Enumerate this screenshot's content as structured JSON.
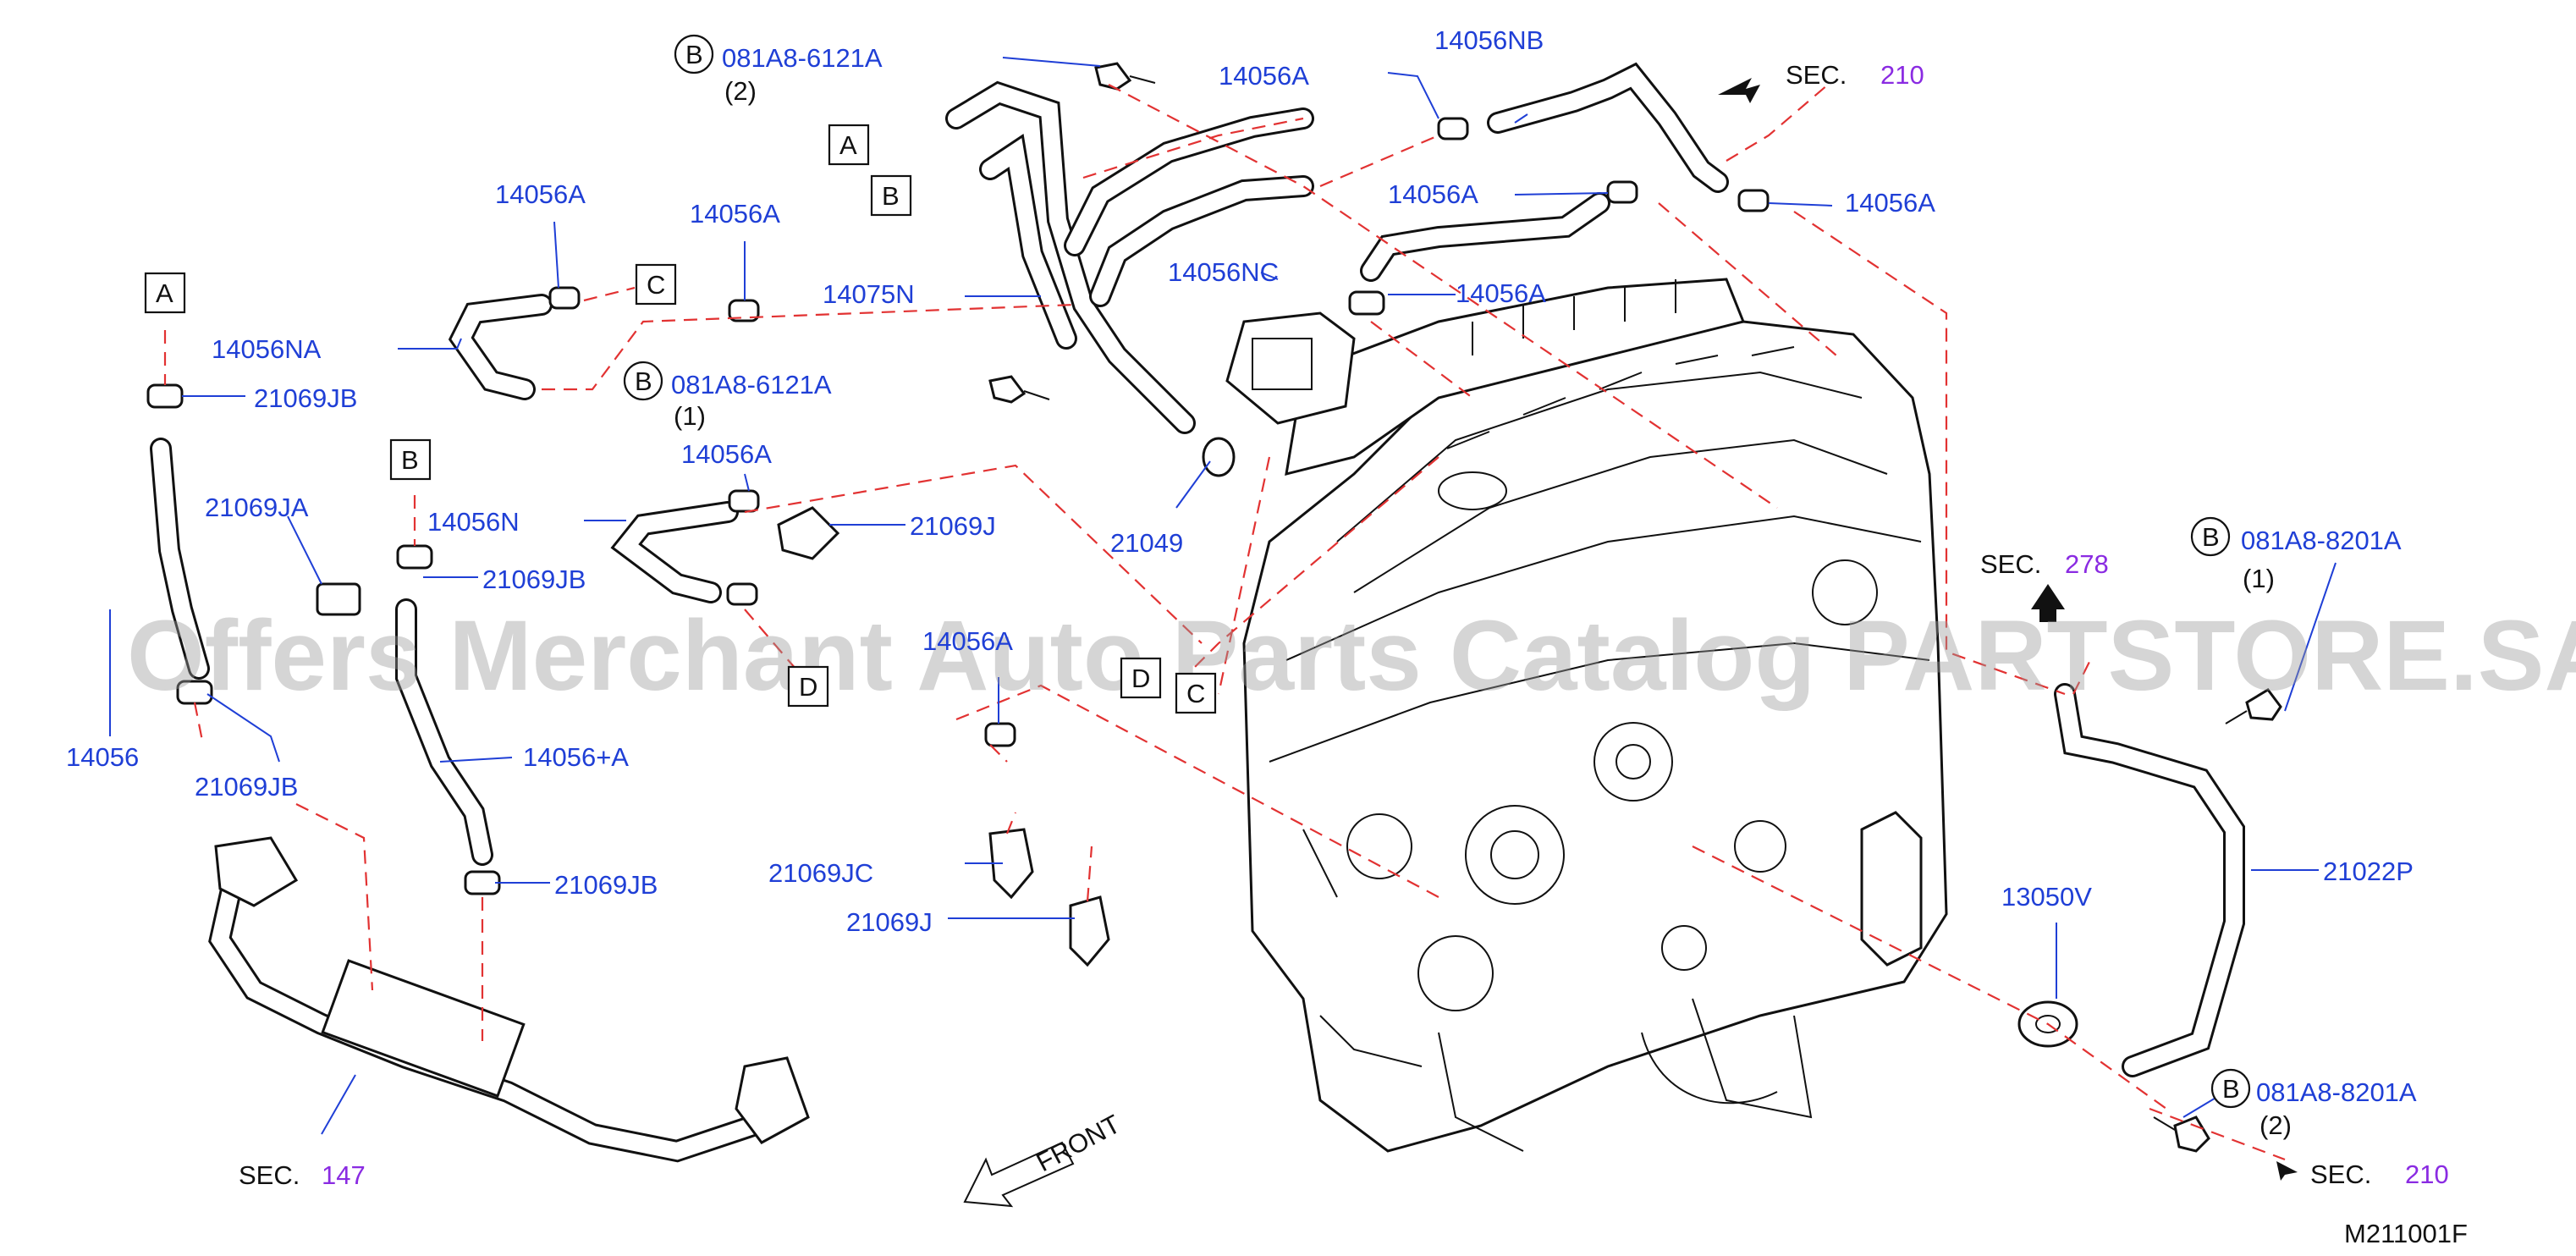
{
  "diagram_code": "M211001F",
  "watermark": "Offers Merchant Auto Parts Catalog PARTSTORE.SA",
  "front_label": "FRONT",
  "sections": [
    {
      "prefix": "SEC.",
      "number": "210"
    },
    {
      "prefix": "SEC.",
      "number": "278"
    },
    {
      "prefix": "SEC.",
      "number": "147"
    },
    {
      "prefix": "SEC.",
      "number": "210"
    }
  ],
  "bolts": [
    {
      "badge": "B",
      "part": "081A8-6121A",
      "qty": "(2)"
    },
    {
      "badge": "B",
      "part": "081A8-6121A",
      "qty": "(1)"
    },
    {
      "badge": "B",
      "part": "081A8-8201A",
      "qty": "(1)"
    },
    {
      "badge": "B",
      "part": "081A8-8201A",
      "qty": "(2)"
    }
  ],
  "connectors": [
    "A",
    "B",
    "A",
    "C",
    "B",
    "D",
    "D",
    "C"
  ],
  "parts": {
    "p14056A_1": "14056A",
    "p14056A_2": "14056A",
    "p14056A_3": "14056A",
    "p14056A_4": "14056A",
    "p14056A_5": "14056A",
    "p14056A_6": "14056A",
    "p14056A_7": "14056A",
    "p14056A_8": "14056A",
    "p14056NB": "14056NB",
    "p14056NC": "14056NC",
    "p14056NA": "14056NA",
    "p14056N": "14056N",
    "p14075N": "14075N",
    "p21069JB_1": "21069JB",
    "p21069JB_2": "21069JB",
    "p21069JB_3": "21069JB",
    "p21069JB_4": "21069JB",
    "p21069JA": "21069JA",
    "p21069J_1": "21069J",
    "p21069J_2": "21069J",
    "p21069JC": "21069JC",
    "p21049": "21049",
    "p14056": "14056",
    "p14056plusA": "14056+A",
    "p13050V": "13050V",
    "p21022P": "21022P"
  }
}
